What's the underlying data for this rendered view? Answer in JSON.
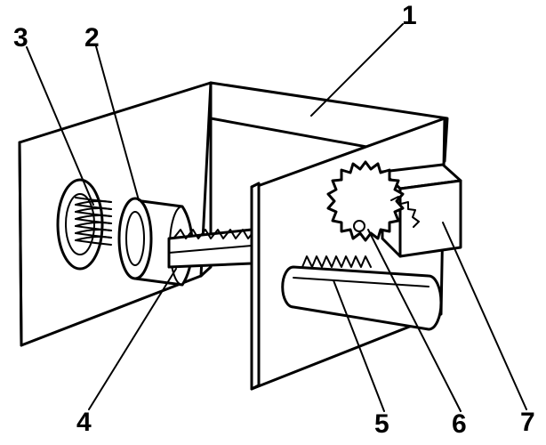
{
  "figure": {
    "callouts": [
      {
        "id": "1",
        "label": "1"
      },
      {
        "id": "2",
        "label": "2"
      },
      {
        "id": "3",
        "label": "3"
      },
      {
        "id": "4",
        "label": "4"
      },
      {
        "id": "5",
        "label": "5"
      },
      {
        "id": "6",
        "label": "6"
      },
      {
        "id": "7",
        "label": "7"
      }
    ]
  }
}
